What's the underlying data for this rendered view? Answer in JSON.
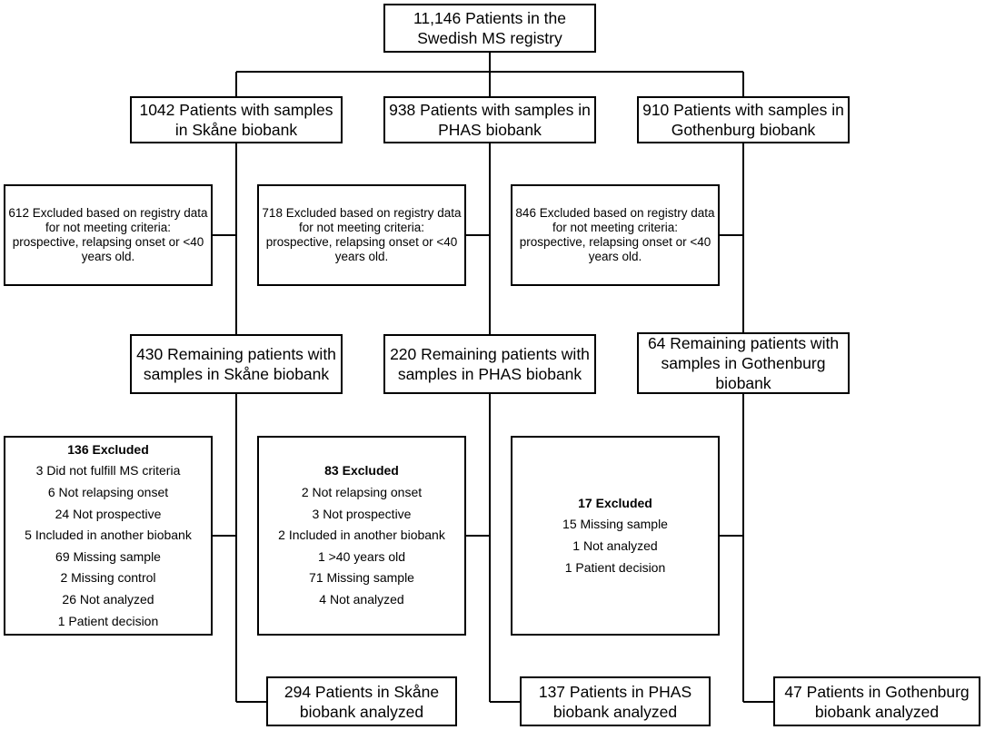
{
  "registry": {
    "lines": [
      "11,146 Patients in the",
      "Swedish MS registry"
    ]
  },
  "columns": [
    {
      "samples": [
        "1042 Patients with samples",
        "in Skåne biobank"
      ],
      "registry_exclusion": [
        "612 Excluded based on registry data",
        "for not meeting criteria:",
        "prospective, relapsing onset or <40",
        "years old."
      ],
      "remaining": [
        "430 Remaining patients with",
        "samples in Skåne biobank"
      ],
      "excluded_header": "136 Excluded",
      "excluded_items": [
        "3 Did not fulfill MS criteria",
        "6 Not relapsing onset",
        "24 Not prospective",
        "5 Included in another biobank",
        "69 Missing sample",
        "2 Missing control",
        "26 Not analyzed",
        "1 Patient decision"
      ],
      "analyzed": [
        "294 Patients in Skåne",
        "biobank analyzed"
      ]
    },
    {
      "samples": [
        "938 Patients with samples in",
        "PHAS biobank"
      ],
      "registry_exclusion": [
        "718 Excluded based on registry data",
        "for not meeting criteria:",
        "prospective, relapsing onset or <40",
        "years old."
      ],
      "remaining": [
        "220 Remaining patients with",
        "samples in PHAS biobank"
      ],
      "excluded_header": "83 Excluded",
      "excluded_items": [
        "2 Not relapsing onset",
        "3 Not prospective",
        "2 Included in another biobank",
        "1 >40 years old",
        "71 Missing sample",
        "4 Not analyzed"
      ],
      "analyzed": [
        "137 Patients in PHAS",
        "biobank analyzed"
      ]
    },
    {
      "samples": [
        "910 Patients with samples in",
        "Gothenburg biobank"
      ],
      "registry_exclusion": [
        "846 Excluded based on registry data",
        "for not meeting criteria:",
        "prospective, relapsing onset or <40",
        "years old."
      ],
      "remaining": [
        "64 Remaining patients with",
        "samples in Gothenburg",
        "biobank"
      ],
      "excluded_header": "17 Excluded",
      "excluded_items": [
        "15 Missing sample",
        "1 Not analyzed",
        "1 Patient decision"
      ],
      "analyzed": [
        "47 Patients in Gothenburg",
        "biobank analyzed"
      ]
    }
  ]
}
